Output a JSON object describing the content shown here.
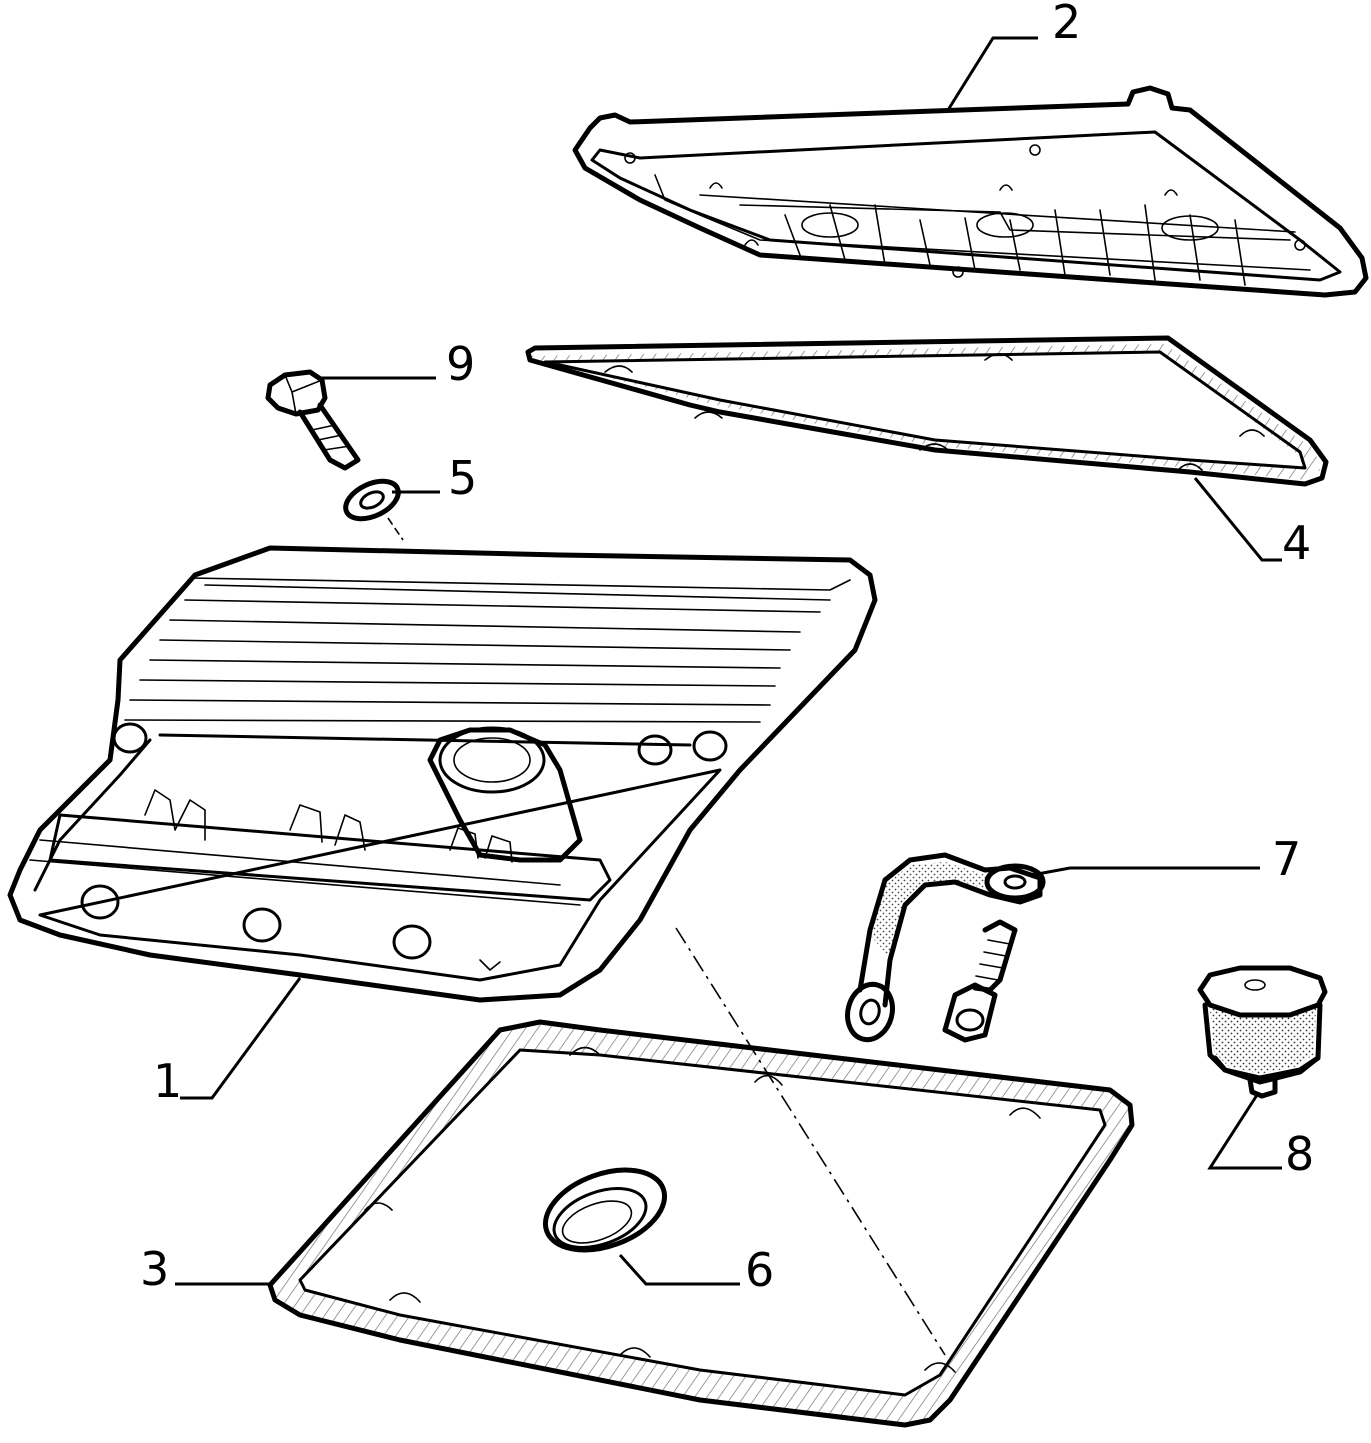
{
  "callouts": {
    "c1": "1",
    "c2": "2",
    "c3": "3",
    "c4": "4",
    "c5": "5",
    "c6": "6",
    "c7": "7",
    "c8": "8",
    "c9": "9"
  },
  "colors": {
    "line": "#000000",
    "background": "#ffffff"
  }
}
